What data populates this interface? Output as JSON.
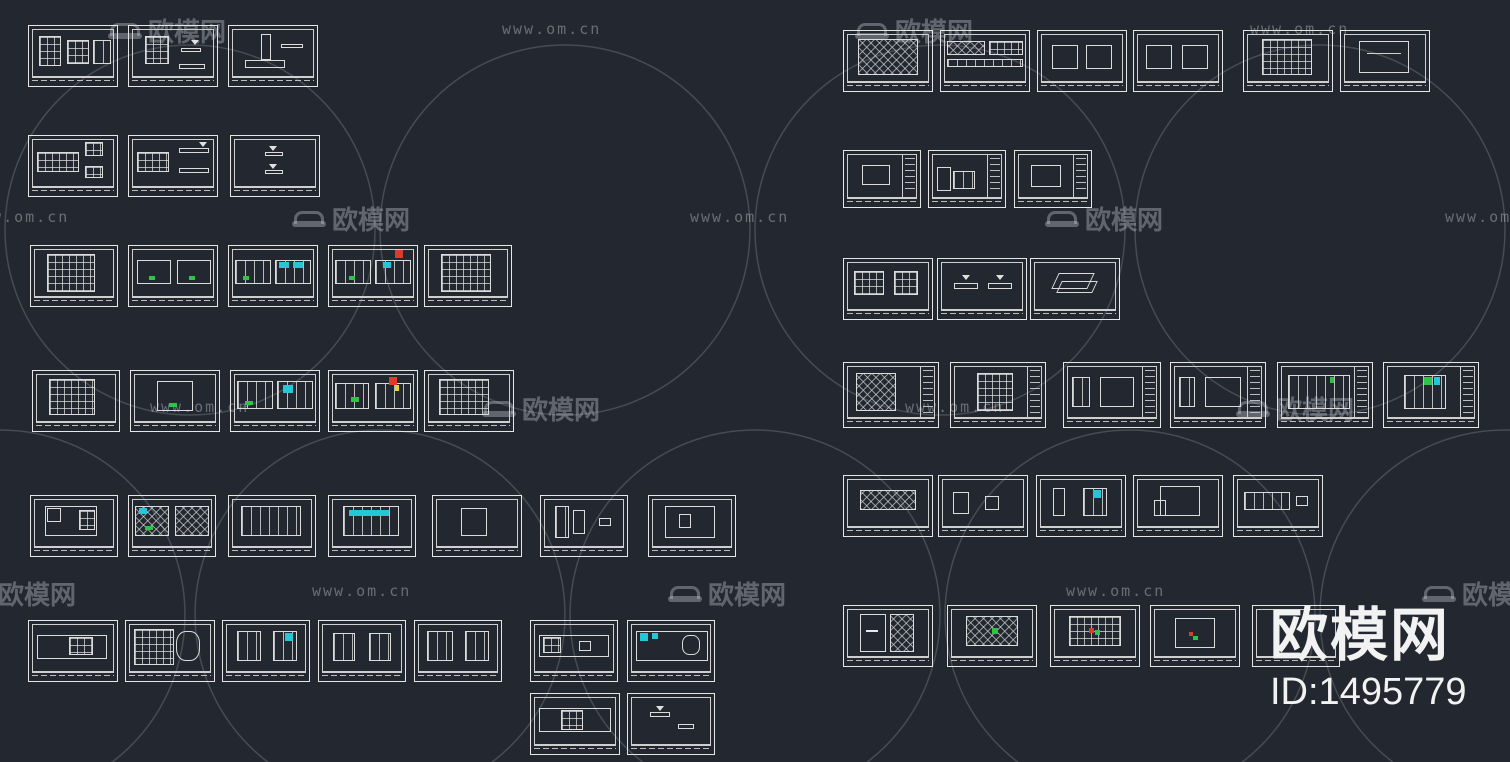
{
  "watermark": {
    "url_text": "www.om.cn",
    "logo_text": "欧模网",
    "circle_color": "#8a8f97",
    "text_color": "#c8cdd4"
  },
  "brand": {
    "name": "欧模网",
    "id_text": "ID:1495779"
  },
  "colors": {
    "background": "#232830",
    "sheet_line": "#e6e6e6",
    "accent_cyan": "#27c6d6",
    "accent_green": "#2fc34a",
    "accent_red": "#e03a2a",
    "accent_yellow": "#e5d23a"
  }
}
